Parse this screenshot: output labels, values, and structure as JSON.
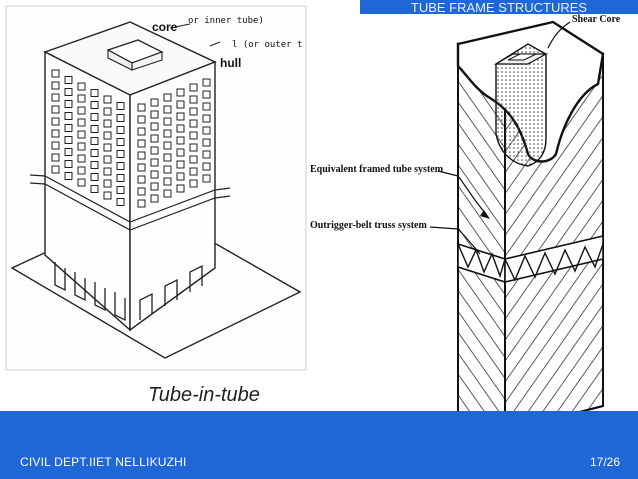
{
  "header": {
    "title": "TUBE FRAME STRUCTURES"
  },
  "footer": {
    "left_text": "CIVIL DEPT.IIET NELLIKUZHI",
    "page": "17/26"
  },
  "left_figure": {
    "label_core": "core",
    "label_hull": "hull",
    "handwritten_notes": [
      "or inner tube)",
      "l (or outer t"
    ],
    "caption": "Tube-in-tube"
  },
  "right_figure": {
    "labels": {
      "shear_core": "Shear Core",
      "framed_tube": "Equivalent framed tube system",
      "outrigger": "Outrigger-belt truss system"
    }
  },
  "colors": {
    "accent": "#1f66d6",
    "footer_text": "#ffffff"
  }
}
